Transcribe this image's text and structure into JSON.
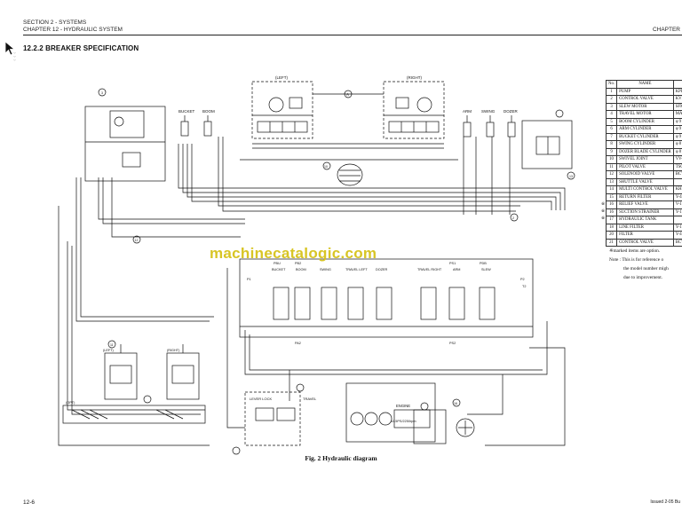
{
  "header": {
    "section": "SECTION 2 - SYSTEMS",
    "chapter": "CHAPTER 12 - HYDRAULIC SYSTEM",
    "chapter_right": "CHAPTER"
  },
  "title": "12.2.2 BREAKER SPECIFICATION",
  "watermark": "machinecatalogic.com",
  "figure": {
    "caption_label": "Fig. 2",
    "caption_text": "Hydraulic diagram",
    "labels": {
      "left": "(LEFT)",
      "right": "(RIGHT)",
      "a_mark": "A",
      "bucket": "BUCKET",
      "boom": "BOOM",
      "arm": "ARM",
      "swing": "SWING",
      "dozer": "DOZER",
      "pbu": "PBU",
      "pb2": "PB2",
      "ps1": "PS1",
      "ps2": "PS2",
      "pdb": "PDB",
      "v_bucket": "BUCKET",
      "v_boom": "BOOM",
      "v_swing": "SWING",
      "v_travel_left": "TRAVEL LEFT",
      "v_dozer": "DOZER",
      "v_travel_right": "TRAVEL RIGHT",
      "v_arm": "ARM",
      "v_slew": "SLEW",
      "lever_lock": "LEVER LOCK",
      "travel": "TRAVEL",
      "engine": "ENGINE",
      "engine_spec": "14.5PS/2250rpm",
      "left_lower": "(LEFT)",
      "right_lower": "(RIGHT)",
      "opt": "(OPT)",
      "pa1": "PA1",
      "pa2": "PA2",
      "p1": "P1",
      "p2": "P2",
      "t1": "T1",
      "t2": "T2",
      "n1": "1",
      "n2": "2",
      "n3": "3",
      "n6": "6",
      "n7": "7",
      "n8": "8",
      "n9": "9",
      "n10": "10",
      "n11": "11",
      "n12": "12",
      "n13": "13",
      "n14": "14",
      "n15": "15",
      "n16": "16",
      "n17": "17",
      "n18": "18",
      "n19": "19"
    }
  },
  "parts_table": {
    "header": [
      "No.",
      "NAME",
      ""
    ],
    "rows": [
      {
        "no": "1",
        "name": "PUMP",
        "spec": "KPI"
      },
      {
        "no": "2",
        "name": "CONTROL VALVE",
        "spec": "KVS"
      },
      {
        "no": "3",
        "name": "SLEW MOTOR",
        "spec": "SFM"
      },
      {
        "no": "4",
        "name": "TRAVEL MOTOR",
        "spec": "MA"
      },
      {
        "no": "5",
        "name": "BOOM CYLINDER",
        "spec": "φ 9"
      },
      {
        "no": "6",
        "name": "ARM CYLINDER",
        "spec": "φ 9"
      },
      {
        "no": "7",
        "name": "BUCKET CYLINDER",
        "spec": "φ 9"
      },
      {
        "no": "8",
        "name": "SWING CYLINDER",
        "spec": "φ 8"
      },
      {
        "no": "9",
        "name": "DOZER BLADE CYLINDER",
        "spec": "φ 8"
      },
      {
        "no": "10",
        "name": "SWIVEL JOINT",
        "spec": "VV-"
      },
      {
        "no": "11",
        "name": "PILOT VALVE",
        "spec": "TSG"
      },
      {
        "no": "12",
        "name": "SOLENOID VALVE",
        "spec": "BCV"
      },
      {
        "no": "13",
        "name": "SHUTTLE VALVE",
        "spec": ""
      },
      {
        "no": "14",
        "name": "MULTI CONTROL VALVE",
        "spec": "KH1"
      },
      {
        "no": "15",
        "name": "RETURN FILTER",
        "spec": "Y-4"
      },
      {
        "no": "16",
        "name": "RELIEF VALVE",
        "spec": "V-1"
      },
      {
        "no": "16",
        "name": "SUCTION STRAINER",
        "spec": "Y-1"
      },
      {
        "no": "17",
        "name": "HYDRAULIC TANK",
        "spec": ""
      },
      {
        "no": "18",
        "name": "LINE FILTER",
        "spec": "Y-1"
      },
      {
        "no": "20",
        "name": "FILTER",
        "spec": "Y-4"
      },
      {
        "no": "21",
        "name": "CONTROL VALVE",
        "spec": "BCV"
      }
    ],
    "marks": [
      "※",
      "※",
      "※"
    ]
  },
  "notes": {
    "marked": "※marked items are option.",
    "note1": "Note : This is for reference o",
    "note2": "the model number migh",
    "note3": "due to improvement."
  },
  "footer": {
    "page": "12-6",
    "issued": "Issued 2-05   Bu"
  }
}
